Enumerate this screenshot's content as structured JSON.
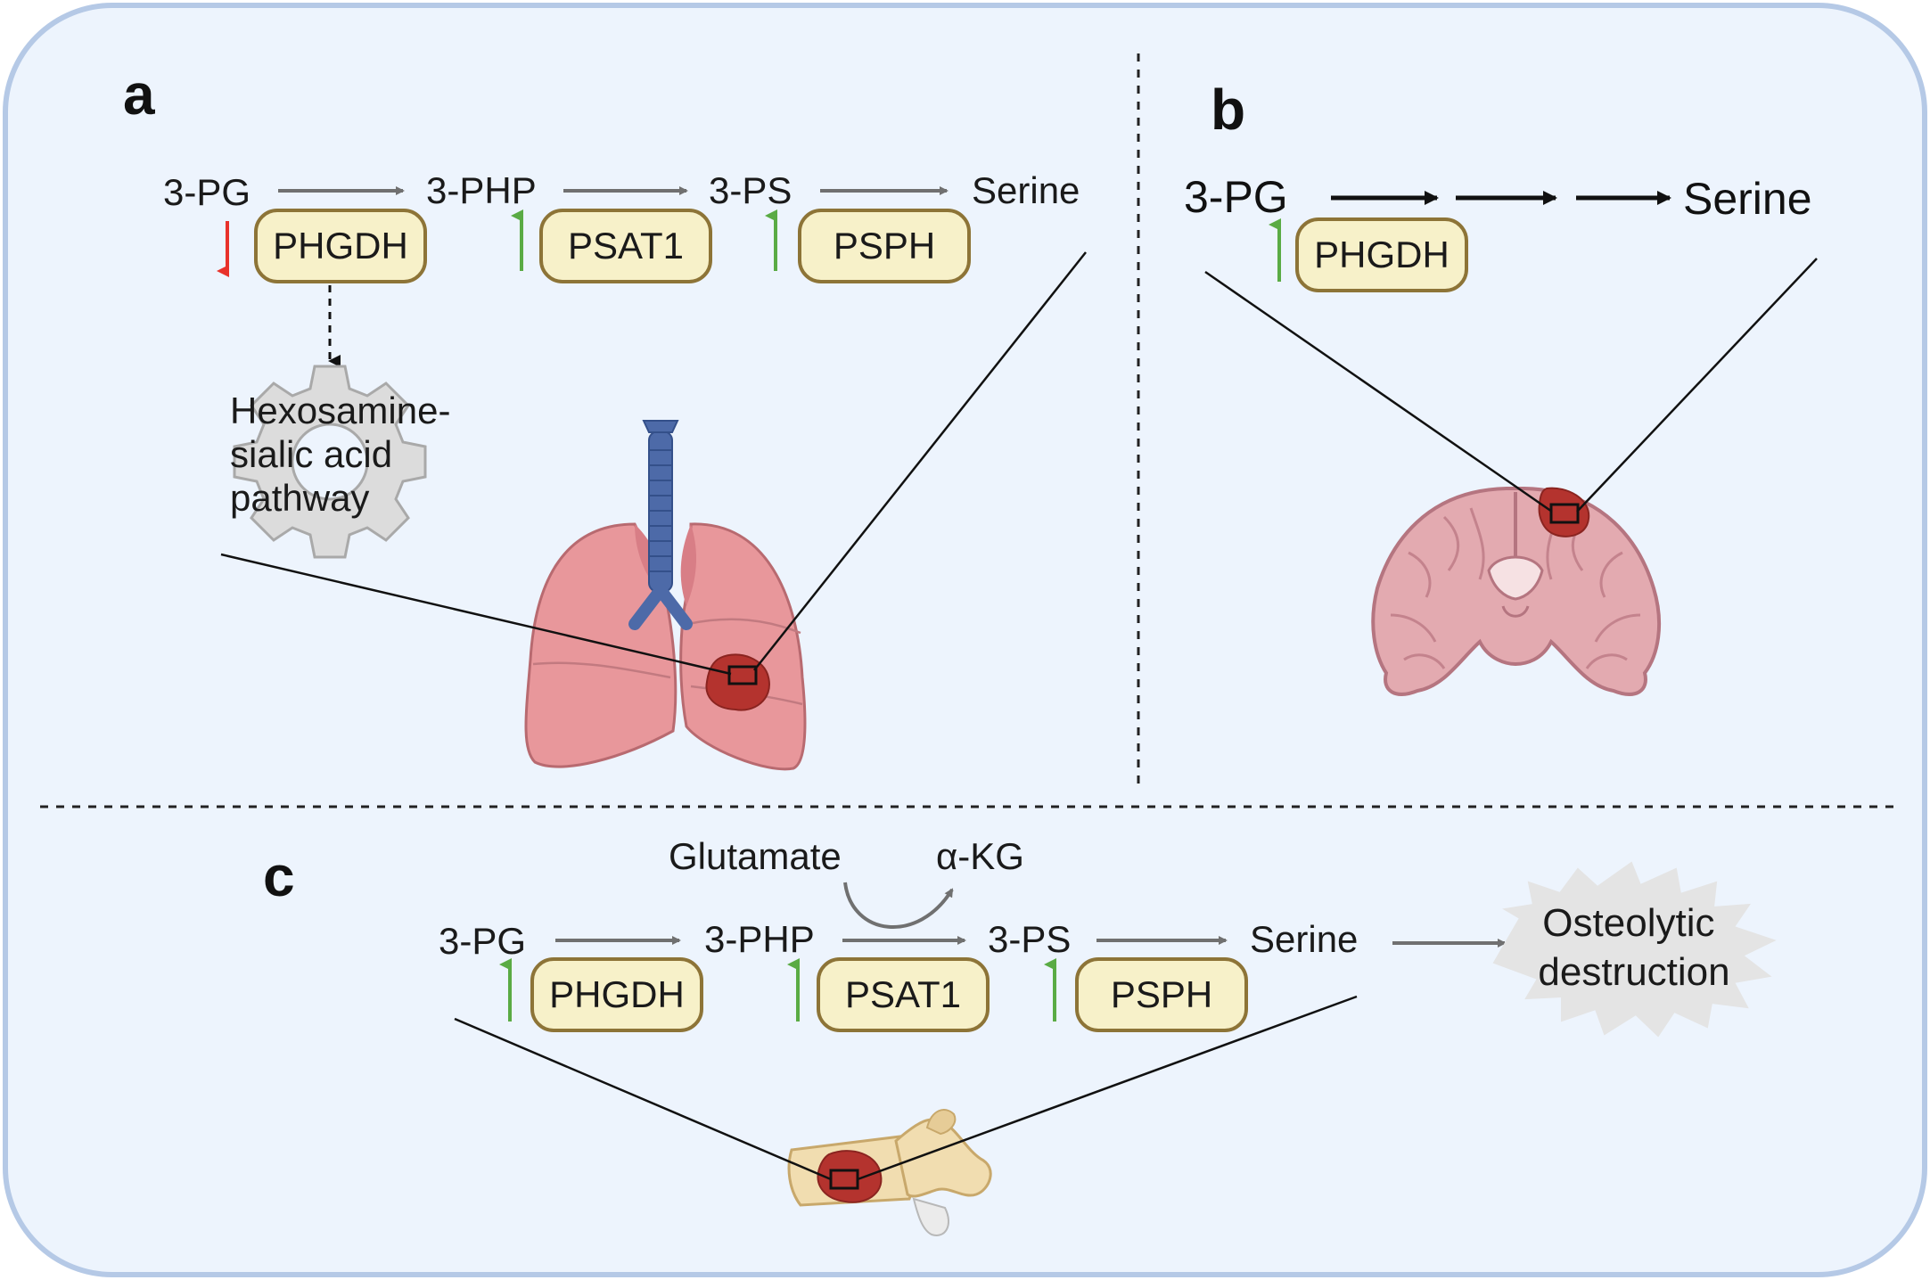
{
  "panels": {
    "a": {
      "letter": "a",
      "substrates": [
        "3-PG",
        "3-PHP",
        "3-PS",
        "Serine"
      ],
      "enzymes": [
        "PHGDH",
        "PSAT1",
        "PSPH"
      ],
      "enzyme_trend": [
        "down",
        "up",
        "up"
      ],
      "pathway_lines": [
        "Hexosamine-",
        "sialic acid",
        "pathway"
      ],
      "organ": "lung-icon"
    },
    "b": {
      "letter": "b",
      "start": "3-PG",
      "end": "Serine",
      "enzyme": "PHGDH",
      "enzyme_trend": "up",
      "organ": "brain-icon"
    },
    "c": {
      "letter": "c",
      "substrates": [
        "3-PG",
        "3-PHP",
        "3-PS",
        "Serine"
      ],
      "enzymes": [
        "PHGDH",
        "PSAT1",
        "PSPH"
      ],
      "enzyme_trend": [
        "up",
        "up",
        "up"
      ],
      "cofactor_in": "Glutamate",
      "cofactor_out": "α-KG",
      "outcome_lines": [
        "Osteolytic",
        "destruction"
      ],
      "organ": "bone-icon"
    }
  },
  "colors": {
    "background": "#edf4fd",
    "frame": "#b5c9e6",
    "enzyme_fill": "#f7f1c9",
    "enzyme_stroke": "#8d7437",
    "up_arrow": "#5aab44",
    "down_arrow": "#e8322b",
    "arrow_gray": "#707070",
    "tumor": "#b4332e"
  }
}
